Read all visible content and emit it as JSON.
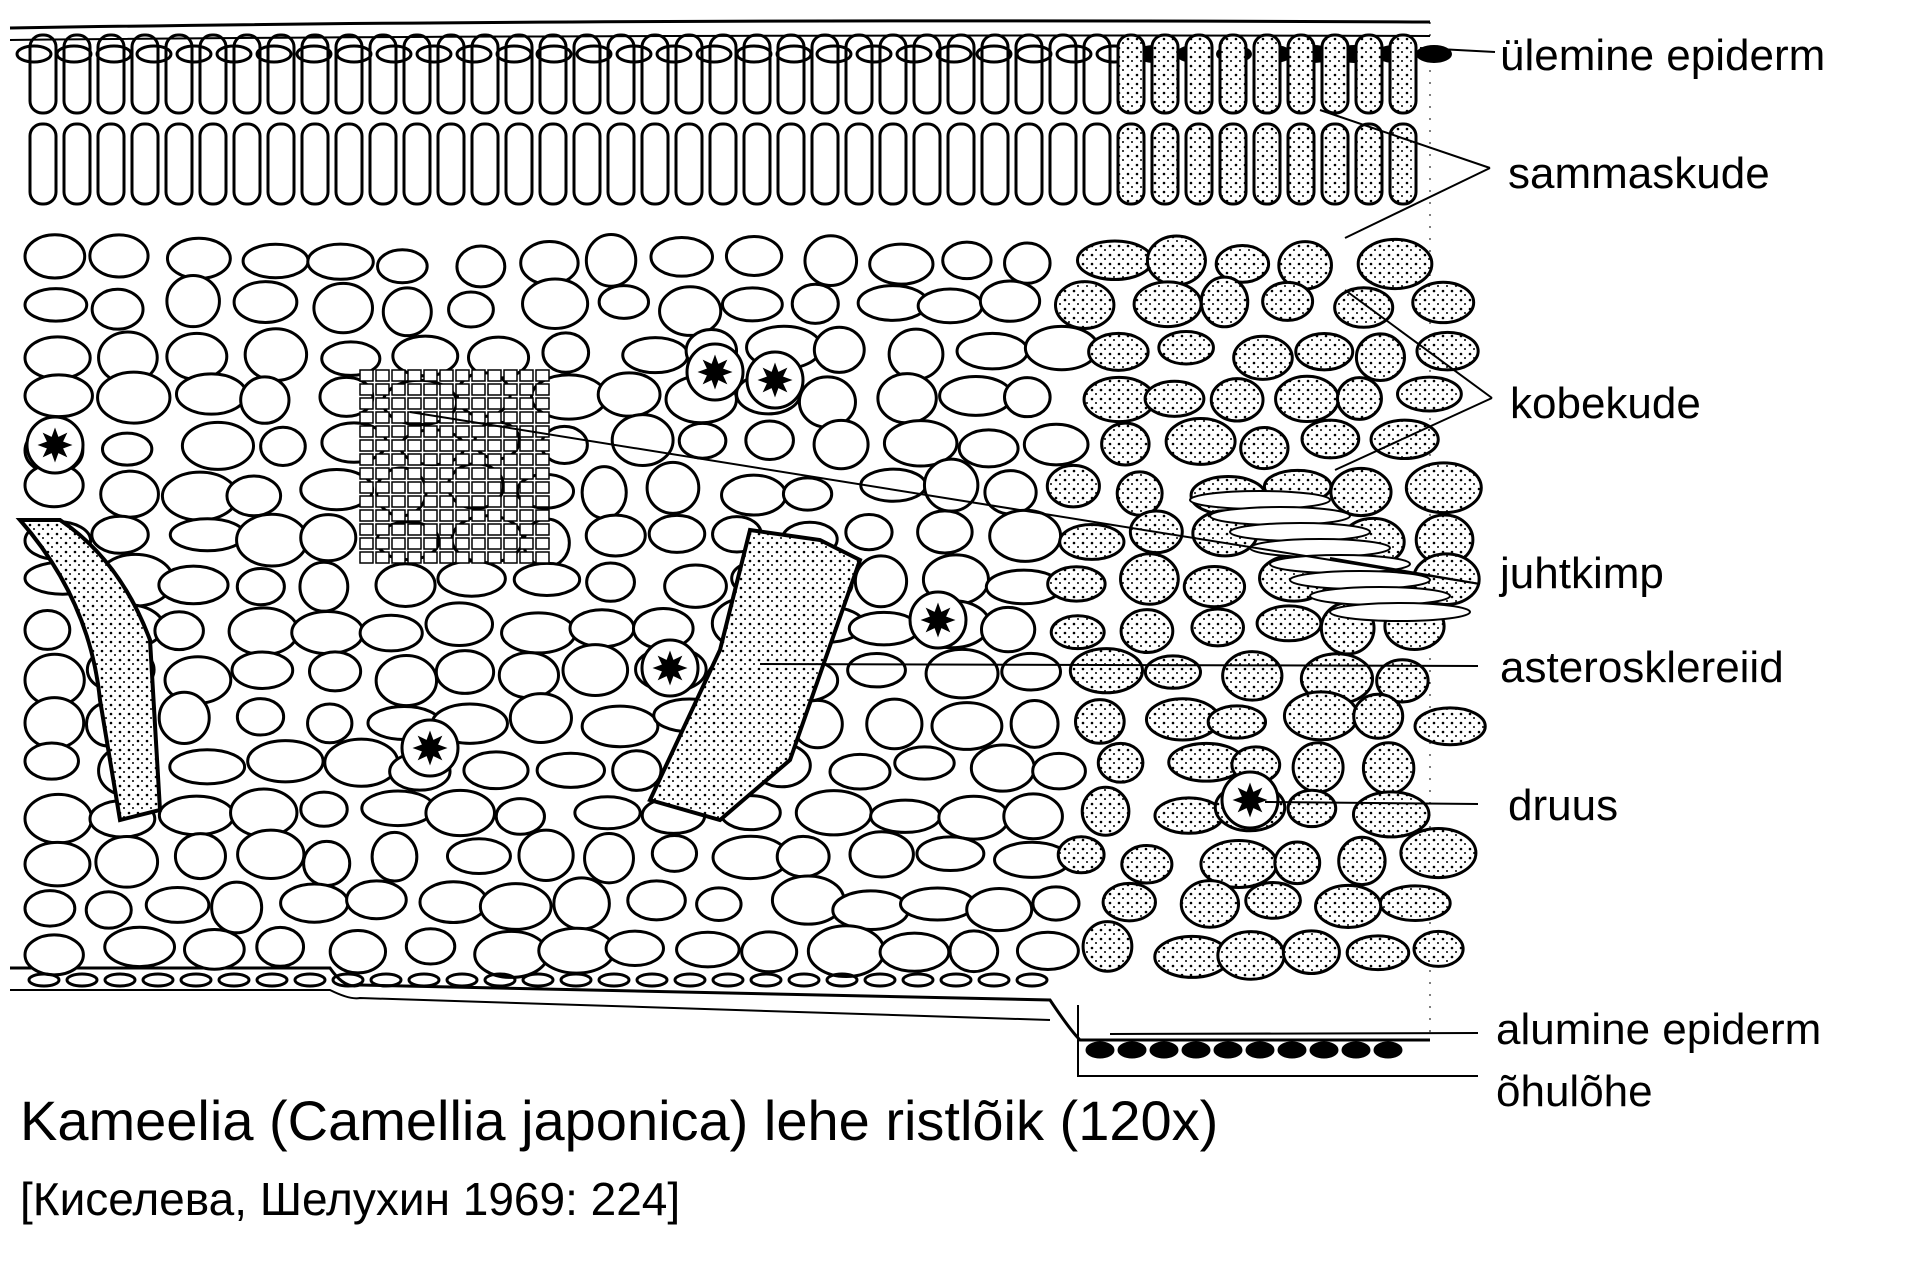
{
  "labels": {
    "upper_epidermis": "ülemine epiderm",
    "palisade": "sammaskude",
    "spongy": "kobekude",
    "bundle": "juhtkimp",
    "sclereid": "asterosklereiid",
    "druse": "druus",
    "lower_epidermis": "alumine epiderm",
    "stoma": "õhulõhe"
  },
  "caption": {
    "title": "Kameelia (Camellia japonica) lehe ristlõik (120x)",
    "source": "[Киселева, Шелухин 1969: 224]"
  }
}
